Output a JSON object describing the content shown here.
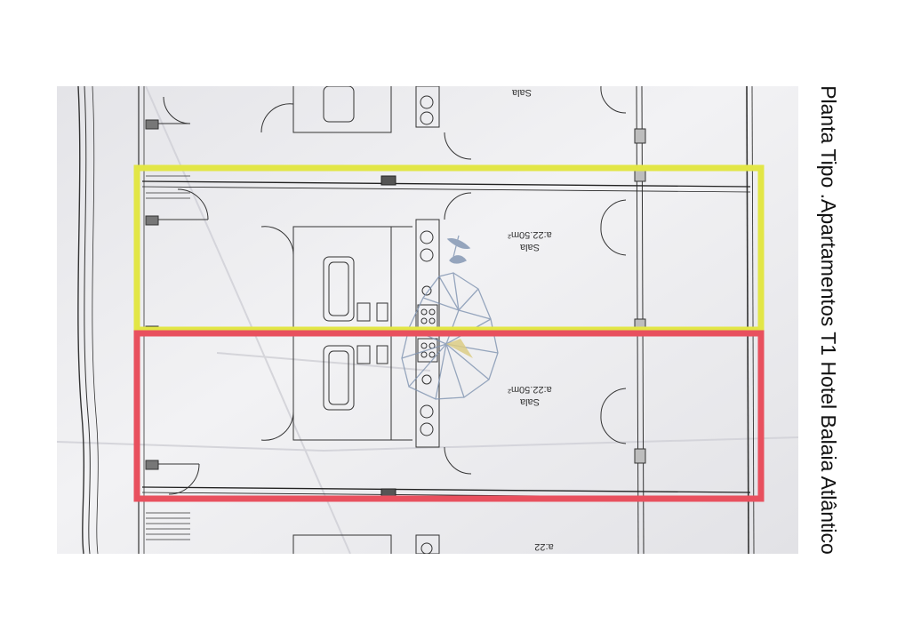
{
  "page": {
    "title": "Planta Tipo .Apartamentos T1 Hotel Balaia Atlântico"
  },
  "plan": {
    "units": [
      {
        "room_label": "Sala",
        "area_label": "a:22.50m²",
        "outline_color": "#e2e646"
      },
      {
        "room_label": "Sala",
        "area_label": "a:22.50m²",
        "outline_color": "#e8505e"
      }
    ],
    "partial_labels": [
      {
        "room_label": "Sala"
      },
      {
        "area_label": "a:22"
      }
    ]
  },
  "watermark": {
    "icon": "pear-logo-icon",
    "line_color": "#7f93b0",
    "accent_color": "#d8c46a"
  }
}
